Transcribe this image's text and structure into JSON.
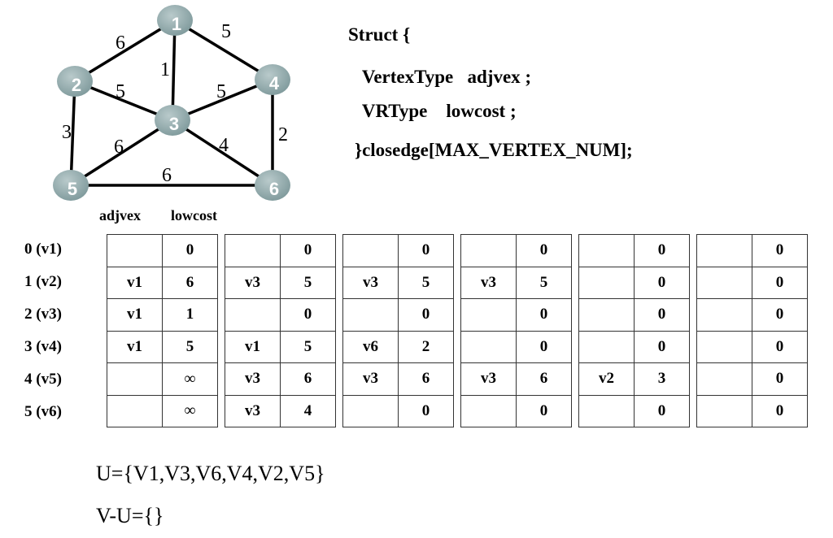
{
  "graph": {
    "nodes": [
      "1",
      "2",
      "3",
      "4",
      "5",
      "6"
    ],
    "edges": [
      {
        "from": "1",
        "to": "2",
        "weight": "6"
      },
      {
        "from": "1",
        "to": "4",
        "weight": "5"
      },
      {
        "from": "1",
        "to": "3",
        "weight": "1"
      },
      {
        "from": "2",
        "to": "3",
        "weight": "5"
      },
      {
        "from": "4",
        "to": "3",
        "weight": "5"
      },
      {
        "from": "2",
        "to": "5",
        "weight": "3"
      },
      {
        "from": "3",
        "to": "5",
        "weight": "6"
      },
      {
        "from": "3",
        "to": "6",
        "weight": "4"
      },
      {
        "from": "4",
        "to": "6",
        "weight": "2"
      },
      {
        "from": "5",
        "to": "6",
        "weight": "6"
      }
    ],
    "node_color": "#8fa9ab"
  },
  "struct_code": [
    "Struct {",
    "   VertexType   adjvex ;",
    "   VRType    lowcost ;",
    "}closedge[MAX_VERTEX_NUM];"
  ],
  "headers": {
    "adjvex": "adjvex",
    "lowcost": "lowcost"
  },
  "row_labels": [
    "0 (v1)",
    "1 (v2)",
    "2 (v3)",
    "3 (v4)",
    "4 (v5)",
    "5 (v6)"
  ],
  "steps": [
    [
      [
        "",
        "0"
      ],
      [
        "v1",
        "6"
      ],
      [
        "v1",
        "1"
      ],
      [
        "v1",
        "5"
      ],
      [
        "",
        "∞"
      ],
      [
        "",
        "∞"
      ]
    ],
    [
      [
        "",
        "0"
      ],
      [
        "v3",
        "5"
      ],
      [
        "",
        "0"
      ],
      [
        "v1",
        "5"
      ],
      [
        "v3",
        "6"
      ],
      [
        "v3",
        "4"
      ]
    ],
    [
      [
        "",
        "0"
      ],
      [
        "v3",
        "5"
      ],
      [
        "",
        "0"
      ],
      [
        "v6",
        "2"
      ],
      [
        "v3",
        "6"
      ],
      [
        "",
        "0"
      ]
    ],
    [
      [
        "",
        "0"
      ],
      [
        "v3",
        "5"
      ],
      [
        "",
        "0"
      ],
      [
        "",
        "0"
      ],
      [
        "v3",
        "6"
      ],
      [
        "",
        "0"
      ]
    ],
    [
      [
        "",
        "0"
      ],
      [
        "",
        "0"
      ],
      [
        "",
        "0"
      ],
      [
        "",
        "0"
      ],
      [
        "v2",
        "3"
      ],
      [
        "",
        "0"
      ]
    ],
    [
      [
        "",
        "0"
      ],
      [
        "",
        "0"
      ],
      [
        "",
        "0"
      ],
      [
        "",
        "0"
      ],
      [
        "",
        "0"
      ],
      [
        "",
        "0"
      ]
    ]
  ],
  "sets": {
    "U": "U={V1,V3,V6,V4,V2,V5}",
    "V_minus_U": "V-U={}"
  }
}
